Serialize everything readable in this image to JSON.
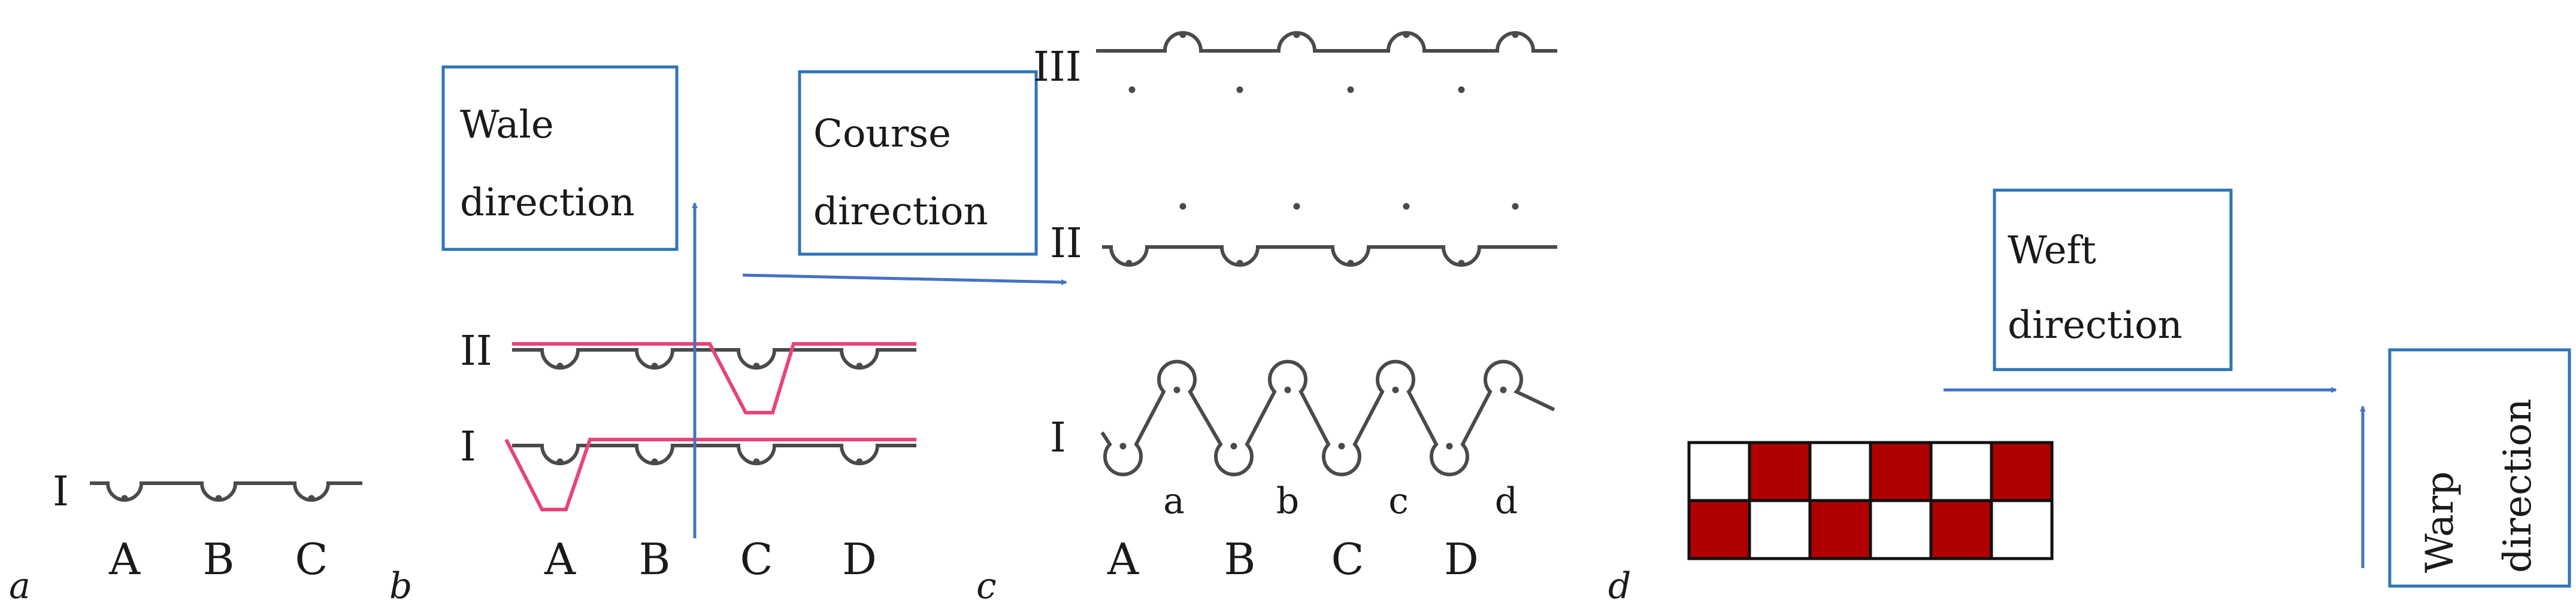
{
  "colors": {
    "line": "#4a4a4a",
    "stitch_overlay": "#e8437a",
    "arrow": "#4472c4",
    "box_border": "#2e75b6",
    "dark_cell": "#b00000",
    "light_cell": "#ffffff",
    "text": "#1a1a1a"
  },
  "panels": {
    "a": {
      "letter": "a",
      "row_label": "I",
      "columns": [
        "A",
        "B",
        "C"
      ]
    },
    "b": {
      "letter": "b",
      "row_labels": [
        "II",
        "I"
      ],
      "columns": [
        "A",
        "B",
        "C",
        "D"
      ],
      "wale_box": [
        "Wale",
        "direction"
      ]
    },
    "c": {
      "letter": "c",
      "row_labels": [
        "III",
        "II",
        "I"
      ],
      "columns": [
        "A",
        "B",
        "C",
        "D"
      ],
      "sub_columns": [
        "a",
        "b",
        "c",
        "d"
      ],
      "course_box": [
        "Course",
        "direction"
      ]
    },
    "d": {
      "letter": "d",
      "weft_box": [
        "Weft",
        "direction"
      ],
      "warp_box": [
        "Warp",
        "direction"
      ],
      "grid": [
        [
          0,
          1,
          0,
          1,
          0,
          1
        ],
        [
          1,
          0,
          1,
          0,
          1,
          0
        ]
      ]
    }
  }
}
